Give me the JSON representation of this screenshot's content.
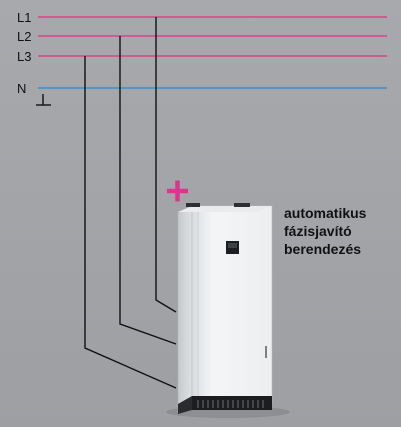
{
  "buses": [
    {
      "label": "L1",
      "color": "#d8438a"
    },
    {
      "label": "L2",
      "color": "#d8438a"
    },
    {
      "label": "L3",
      "color": "#d8438a"
    },
    {
      "label": "N",
      "color": "#3a8fd0"
    }
  ],
  "ground_symbol": "ground-icon",
  "plus_symbol": "+",
  "plus_color": "#e0338f",
  "caption": {
    "line1": "automatikus",
    "line2": "fázisjavító",
    "line3": "berendezés"
  }
}
